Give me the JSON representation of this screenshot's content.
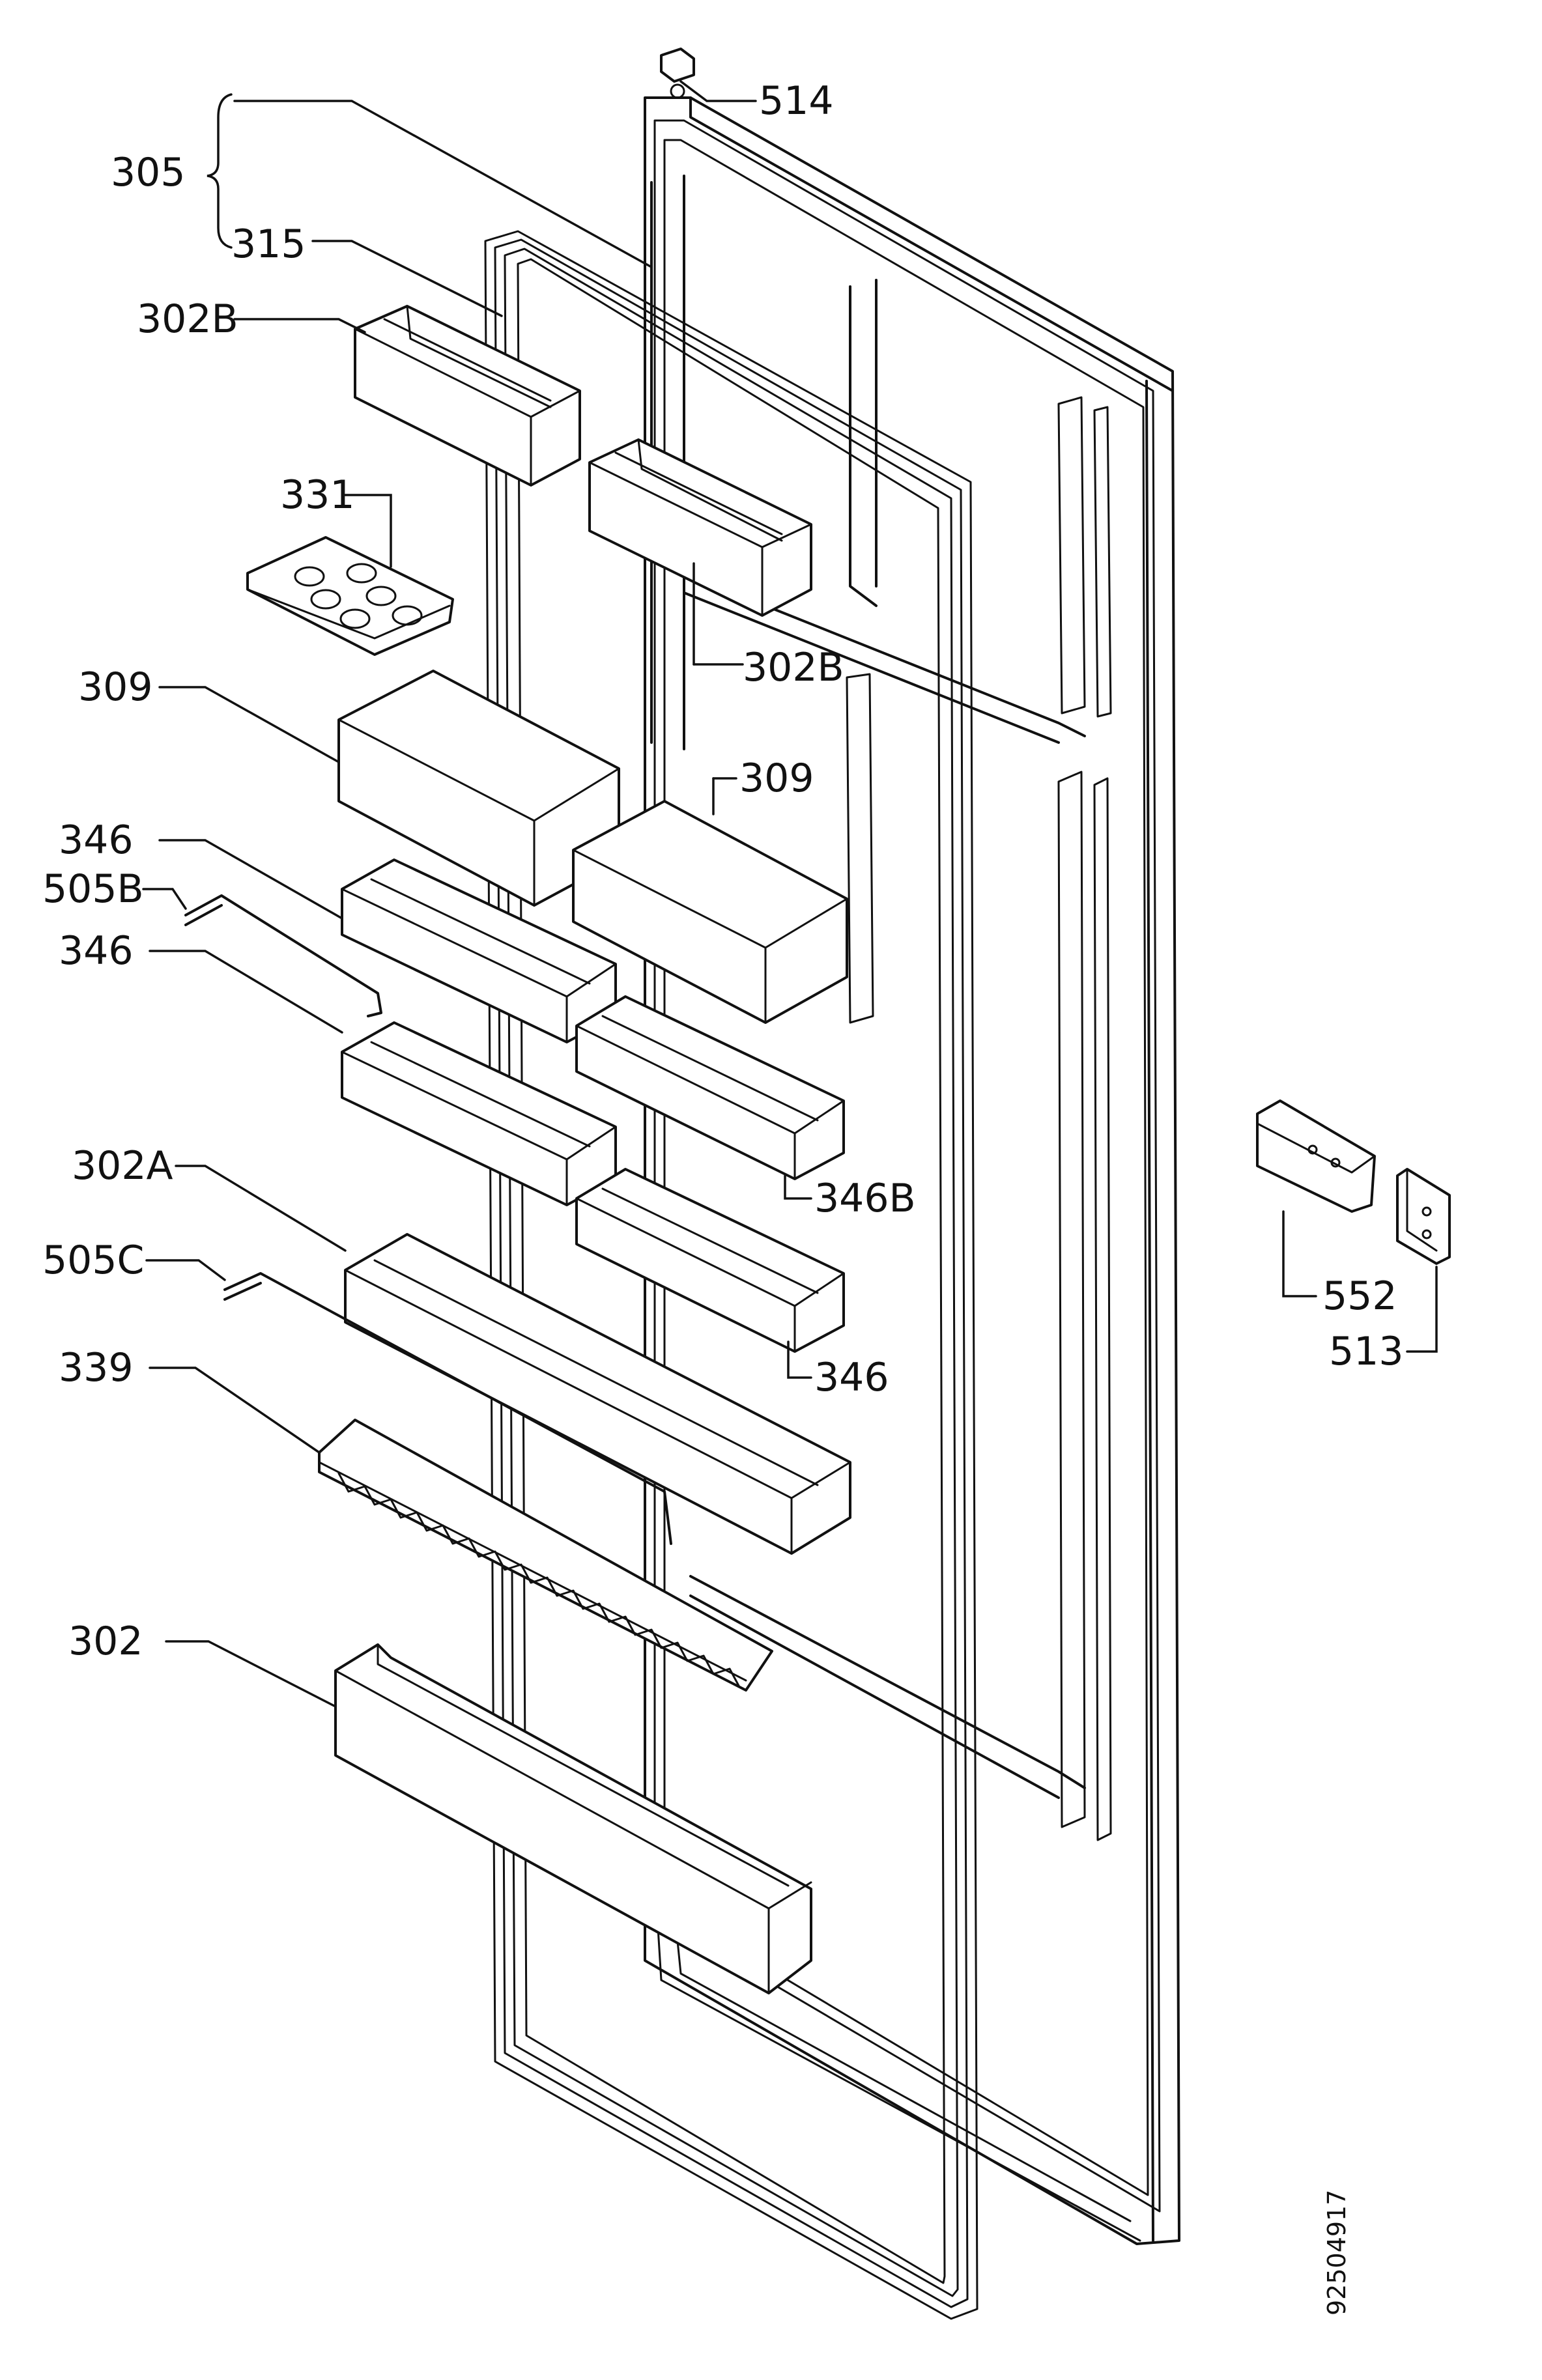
{
  "diagram": {
    "labels": {
      "l305": "305",
      "l315": "315",
      "l302B_top": "302B",
      "l331": "331",
      "l302B_mid": "302B",
      "l309_left": "309",
      "l309_right": "309",
      "l346_a": "346",
      "l505B": "505B",
      "l346_b": "346",
      "l302A": "302A",
      "l346B": "346B",
      "l505C": "505C",
      "l346_c": "346",
      "l339": "339",
      "l302": "302",
      "l514": "514",
      "l552": "552",
      "l513": "513"
    },
    "document_id": "92504917"
  }
}
